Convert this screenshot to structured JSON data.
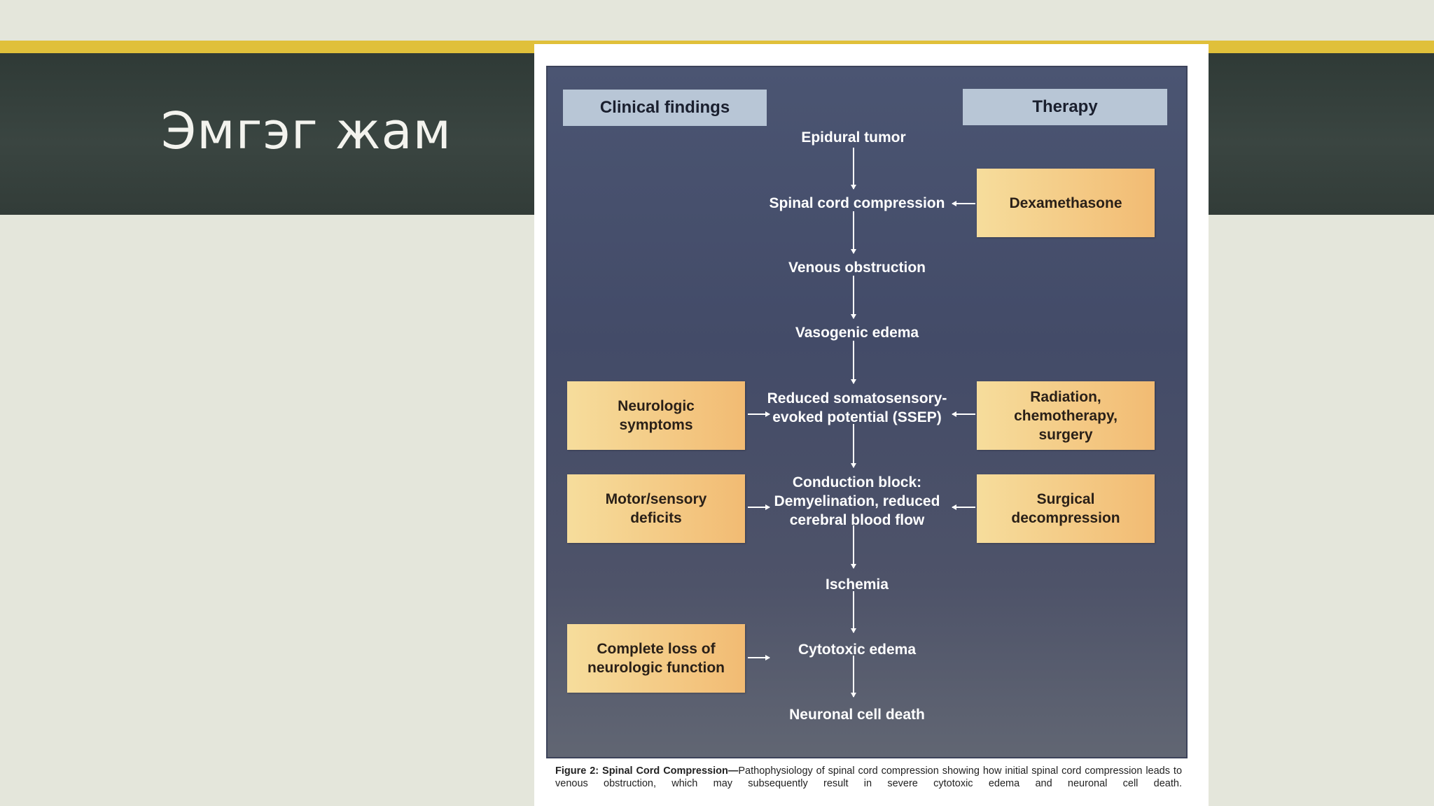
{
  "slide": {
    "title": "Эмгэг жам"
  },
  "diagram": {
    "headers": {
      "clinical": "Clinical findings",
      "therapy": "Therapy"
    },
    "chain": [
      "Epidural tumor",
      "Spinal cord compression",
      "Venous obstruction",
      "Vasogenic edema",
      "Reduced somatosensory-\nevoked potential (SSEP)",
      "Conduction block:\nDemyelination, reduced\ncerebral blood flow",
      "Ischemia",
      "Cytotoxic edema",
      "Neuronal cell death"
    ],
    "clinical_findings": [
      "Neurologic\nsymptoms",
      "Motor/sensory\ndeficits",
      "Complete loss of\nneurologic function"
    ],
    "therapies": [
      "Dexamethasone",
      "Radiation,\nchemotherapy,\nsurgery",
      "Surgical\ndecompression"
    ]
  },
  "caption": {
    "label": "Figure 2: Spinal Cord Compression—",
    "text": "Pathophysiology of spinal cord compression showing how initial spinal cord compression leads to venous obstruction, which may subsequently result in severe cytotoxic edema and neuronal cell death."
  },
  "colors": {
    "gold_bar": "#e0c03a",
    "dark_band": "#343f3b",
    "header_box": "#b8c6d6",
    "orange_box_start": "#f6dd9c",
    "orange_box_end": "#f2bb73"
  }
}
